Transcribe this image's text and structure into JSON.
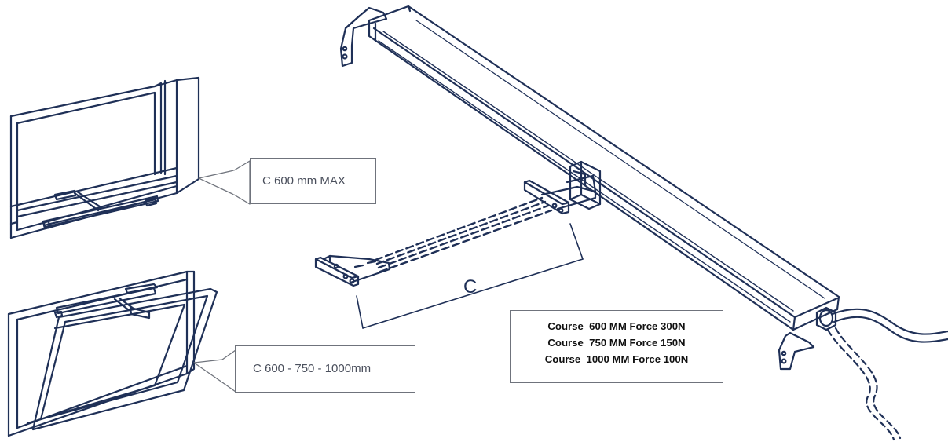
{
  "callouts": {
    "top_window": "C 600 mm MAX",
    "bottom_window": "C 600 - 750 - 1000mm"
  },
  "dimension_label": "C",
  "specs": [
    "Course  600 MM Force 300N",
    "Course  750 MM Force 150N",
    "Course  1000 MM Force 100N"
  ],
  "colors": {
    "line_art": "#1f3057",
    "callout_border": "#6f737c",
    "callout_text": "#4a4f5c"
  }
}
